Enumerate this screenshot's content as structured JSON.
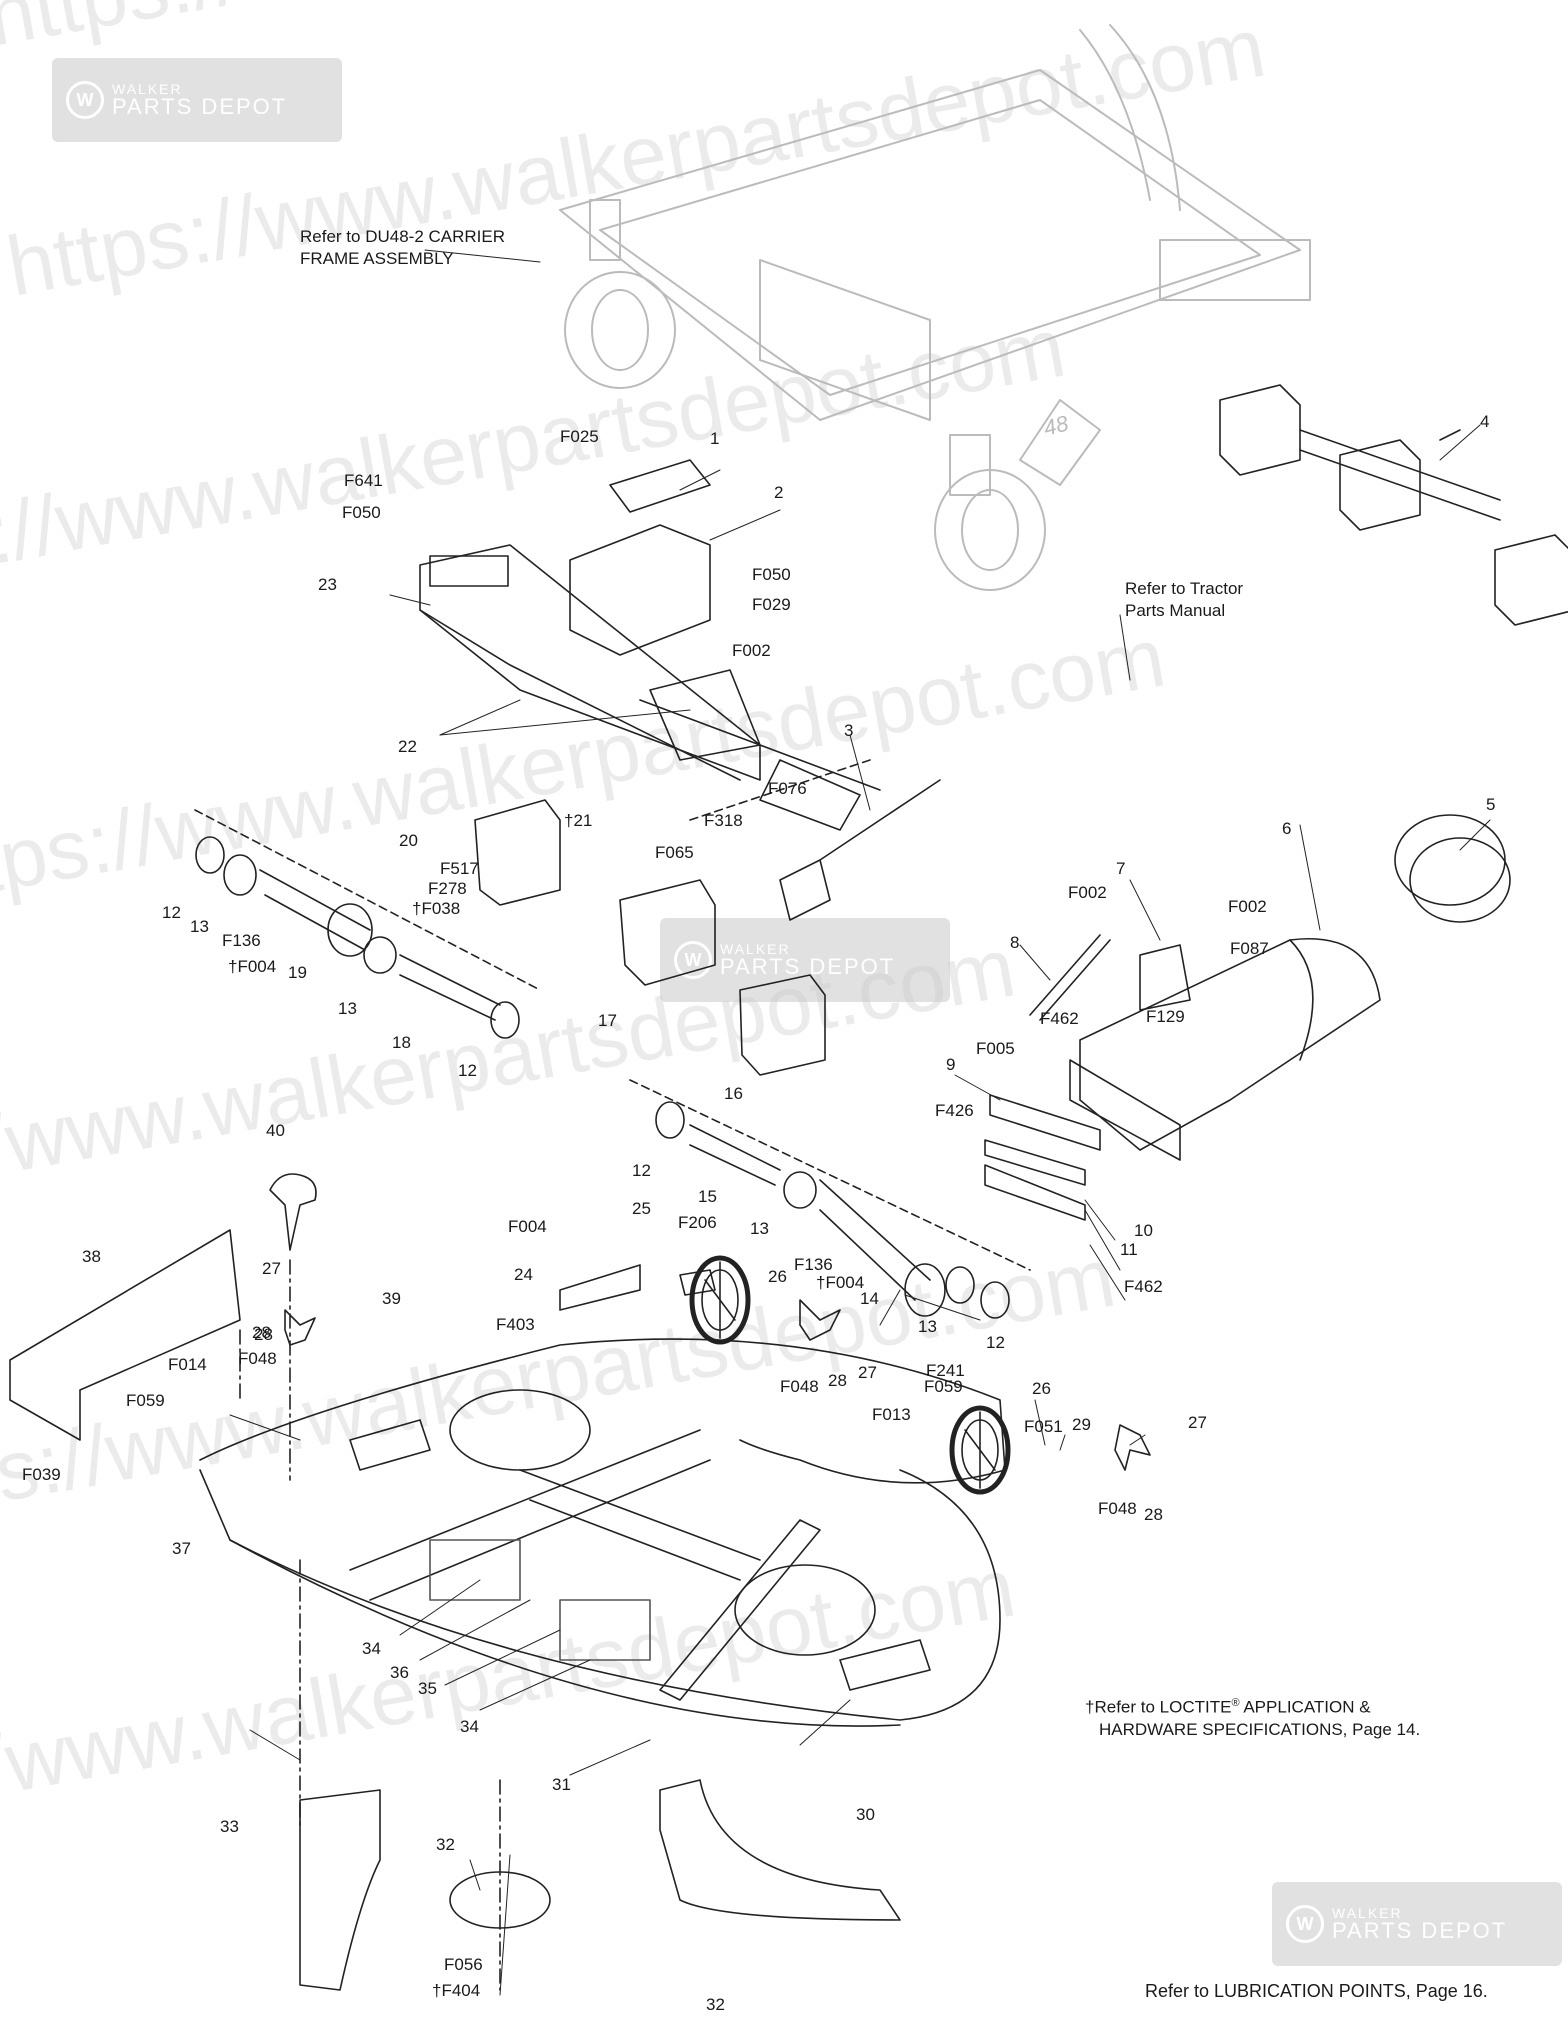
{
  "watermark": {
    "url_text": "https://www.walkerpartsdepot.com",
    "brand_top": "WALKER",
    "brand_bottom": "PARTS DEPOT",
    "logo_letter": "W"
  },
  "callouts": {
    "carrier_frame_line1": "Refer to DU48-2 CARRIER",
    "carrier_frame_line2": "FRAME ASSEMBLY",
    "tractor_line1": "Refer to Tractor",
    "tractor_line2": "Parts Manual",
    "loctite_line1": "Refer to LOCTITE",
    "loctite_reg": "®",
    "loctite_line1b": " APPLICATION &",
    "loctite_line2": "HARDWARE SPECIFICATIONS, Page 14.",
    "dagger": "†",
    "lubrication": "Refer to LUBRICATION POINTS, Page 16.",
    "deck_size": "48"
  },
  "part_labels": [
    "F025",
    "1",
    "F641",
    "F050",
    "2",
    "F050",
    "F029",
    "F002",
    "23",
    "22",
    "4",
    "3",
    "F076",
    "F318",
    "F065",
    "†21",
    "20",
    "F517",
    "F278",
    "†F038",
    "12",
    "13",
    "F136",
    "†F004",
    "19",
    "13",
    "18",
    "12",
    "17",
    "16",
    "5",
    "6",
    "7",
    "F002",
    "F002",
    "F087",
    "8",
    "F129",
    "F462",
    "F005",
    "9",
    "F426",
    "10",
    "11",
    "F462",
    "40",
    "12",
    "15",
    "13",
    "F206",
    "25",
    "F004",
    "24",
    "F403",
    "F136",
    "†F004",
    "14",
    "13",
    "12",
    "26",
    "27",
    "28",
    "F048",
    "28",
    "38",
    "27",
    "28",
    "39",
    "F048",
    "F014",
    "F059",
    "F039",
    "37",
    "F241",
    "F059",
    "26",
    "F013",
    "F051",
    "29",
    "27",
    "F048",
    "28",
    "34",
    "36",
    "35",
    "34",
    "31",
    "33",
    "32",
    "30",
    "F056",
    "†F404",
    "32"
  ]
}
